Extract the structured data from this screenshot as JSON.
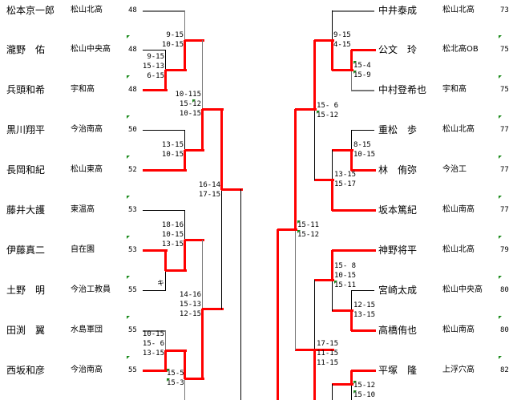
{
  "left_players": [
    {
      "name": "松本京一郎",
      "school": "松山北高",
      "seed": "48"
    },
    {
      "name": "瀧野　佑",
      "school": "松山中央高",
      "seed": "48"
    },
    {
      "name": "兵頭和希",
      "school": "宇和高",
      "seed": "48"
    },
    {
      "name": "黒川翔平",
      "school": "今治南高",
      "seed": "50"
    },
    {
      "name": "長岡和紀",
      "school": "松山東高",
      "seed": "52"
    },
    {
      "name": "藤井大護",
      "school": "東温高",
      "seed": "53"
    },
    {
      "name": "伊藤真二",
      "school": "自在園",
      "seed": "53"
    },
    {
      "name": "土野　明",
      "school": "今治工教員",
      "seed": "55"
    },
    {
      "name": "田渕　翼",
      "school": "水島軍団",
      "seed": "55"
    },
    {
      "name": "西坂和彦",
      "school": "今治南高",
      "seed": "55"
    }
  ],
  "right_players": [
    {
      "name": "中井泰成",
      "school": "松山北高",
      "seed": "73"
    },
    {
      "name": "公文　玲",
      "school": "松北高OB",
      "seed": "75"
    },
    {
      "name": "中村登希也",
      "school": "宇和高",
      "seed": "75"
    },
    {
      "name": "重松　歩",
      "school": "松山北高",
      "seed": "77"
    },
    {
      "name": "林　侑弥",
      "school": "今治工",
      "seed": "77"
    },
    {
      "name": "坂本篤紀",
      "school": "松山南高",
      "seed": "77"
    },
    {
      "name": "神野将平",
      "school": "松山北高",
      "seed": "79"
    },
    {
      "name": "宮崎太成",
      "school": "松山中央高",
      "seed": "80"
    },
    {
      "name": "高橋侑也",
      "school": "松山南高",
      "seed": "80"
    },
    {
      "name": "平塚　隆",
      "school": "上浮穴高",
      "seed": "82"
    }
  ],
  "scores": {
    "l_r1_a": [
      "9-15",
      "15-13",
      "6-15"
    ],
    "l_r2_a": [
      "9-15",
      "10-15"
    ],
    "l_r2_b": [
      "13-15",
      "10-15"
    ],
    "l_r3_a": [
      "10-115",
      "15-12",
      "10-15"
    ],
    "l_r4_a": [
      "16-14",
      "17-15"
    ],
    "l_r1_b": [
      "キ"
    ],
    "l_r2_c": [
      "18-16",
      "10-15",
      "13-15"
    ],
    "l_r1_c": [
      "10-15",
      "15- 6",
      "13-15"
    ],
    "l_r2_d": [
      "15-5",
      "15-3"
    ],
    "l_r3_b": [
      "14-16",
      "15-13",
      "12-15"
    ],
    "r_r2_a": [
      "9-15",
      "4-15"
    ],
    "r_r1_a": [
      "15-4",
      "15-9"
    ],
    "r_r3_a": [
      "15- 6",
      "15-12"
    ],
    "r_r1_b": [
      "8-15",
      "10-15"
    ],
    "r_r2_b": [
      "13-15",
      "15-17"
    ],
    "r_r4_a": [
      "15-11",
      "15-12"
    ],
    "r_r2_c": [
      "15- 8",
      "10-15",
      "15-11"
    ],
    "r_r1_c": [
      "12-15",
      "13-15"
    ],
    "r_r3_b": [
      "17-15",
      "11-15",
      "11-15"
    ],
    "r_r1_d": [
      "15-12",
      "15-10"
    ]
  },
  "colors": {
    "winner_line": "#ff0000",
    "loser_line": "#000000",
    "flag": "#1a8a1a"
  }
}
